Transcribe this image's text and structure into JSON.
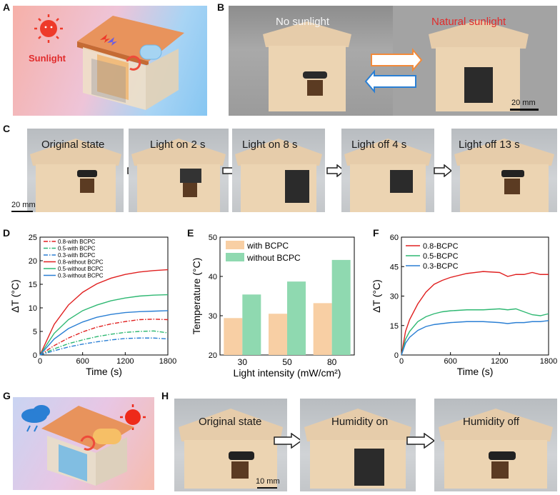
{
  "panels": {
    "A": {
      "label": "A",
      "sun_text": "Sunlight"
    },
    "B": {
      "label": "B",
      "left_caption": "No sunlight",
      "right_caption": "Natural sunlight",
      "scale": "20 mm"
    },
    "C": {
      "label": "C",
      "frames": [
        "Original state",
        "Light on 2 s",
        "Light on 8 s",
        "Light off 4 s",
        "Light off 13 s"
      ],
      "scale": "20 mm"
    },
    "D": {
      "label": "D"
    },
    "E": {
      "label": "E"
    },
    "F": {
      "label": "F"
    },
    "G": {
      "label": "G"
    },
    "H": {
      "label": "H",
      "frames": [
        "Original state",
        "Humidity on",
        "Humidity off"
      ],
      "scale": "10 mm"
    }
  },
  "colors": {
    "red": "#e02020",
    "green": "#2eb872",
    "blue": "#2a7fd4",
    "bar_with": "#f8cfa4",
    "bar_without": "#8fd9b0"
  },
  "chart_data": [
    {
      "panel": "D",
      "type": "line",
      "xlabel": "Time (s)",
      "ylabel": "ΔT (°C)",
      "xlim": [
        0,
        1800
      ],
      "ylim": [
        0,
        25
      ],
      "xticks": [
        "0",
        "600",
        "1200",
        "1800"
      ],
      "yticks": [
        "0",
        "5",
        "10",
        "15",
        "20",
        "25"
      ],
      "legend_position": "top-left",
      "series": [
        {
          "name": "0.8-with BCPC",
          "color": "#e02020",
          "dash": "dashdot",
          "x": [
            0,
            200,
            400,
            600,
            800,
            1000,
            1200,
            1400,
            1600,
            1800
          ],
          "y": [
            0,
            2.0,
            3.6,
            4.9,
            5.9,
            6.6,
            7.1,
            7.5,
            7.6,
            7.5
          ]
        },
        {
          "name": "0.5-with BCPC",
          "color": "#2eb872",
          "dash": "dashdot",
          "x": [
            0,
            200,
            400,
            600,
            800,
            1000,
            1200,
            1400,
            1600,
            1800
          ],
          "y": [
            0,
            1.3,
            2.4,
            3.2,
            3.9,
            4.4,
            4.8,
            5.0,
            5.1,
            4.7
          ]
        },
        {
          "name": "0.3-with BCPC",
          "color": "#2a7fd4",
          "dash": "dashdot",
          "x": [
            0,
            200,
            400,
            600,
            800,
            1000,
            1200,
            1400,
            1600,
            1800
          ],
          "y": [
            0,
            0.9,
            1.7,
            2.3,
            2.8,
            3.2,
            3.5,
            3.6,
            3.6,
            3.4
          ]
        },
        {
          "name": "0.8-without BCPC",
          "color": "#e02020",
          "dash": "solid",
          "x": [
            0,
            200,
            400,
            600,
            800,
            1000,
            1200,
            1400,
            1600,
            1800
          ],
          "y": [
            0,
            6.5,
            10.6,
            13.3,
            15.1,
            16.3,
            17.1,
            17.6,
            17.9,
            18.1
          ]
        },
        {
          "name": "0.5-without BCPC",
          "color": "#2eb872",
          "dash": "solid",
          "x": [
            0,
            200,
            400,
            600,
            800,
            1000,
            1200,
            1400,
            1600,
            1800
          ],
          "y": [
            0,
            4.6,
            7.5,
            9.4,
            10.6,
            11.5,
            12.1,
            12.5,
            12.7,
            12.8
          ]
        },
        {
          "name": "0.3-without BCPC",
          "color": "#2a7fd4",
          "dash": "solid",
          "x": [
            0,
            200,
            400,
            600,
            800,
            1000,
            1200,
            1400,
            1600,
            1800
          ],
          "y": [
            0,
            3.4,
            5.6,
            7.0,
            8.0,
            8.6,
            9.0,
            9.2,
            9.3,
            9.4
          ]
        }
      ]
    },
    {
      "panel": "E",
      "type": "bar",
      "xlabel": "Light intensity (mW/cm²)",
      "ylabel": "Temperature (°C)",
      "ylim": [
        20,
        50
      ],
      "yticks": [
        "20",
        "30",
        "40",
        "50"
      ],
      "categories": [
        "30",
        "50",
        "80"
      ],
      "legend_position": "top-left",
      "series": [
        {
          "name": "with BCPC",
          "color": "#f8cfa4",
          "values": [
            29.4,
            30.5,
            33.2
          ]
        },
        {
          "name": "without BCPC",
          "color": "#8fd9b0",
          "values": [
            35.4,
            38.7,
            44.2
          ]
        }
      ]
    },
    {
      "panel": "F",
      "type": "line",
      "xlabel": "Time (s)",
      "ylabel": "ΔT (°C)",
      "xlim": [
        0,
        1800
      ],
      "ylim": [
        0,
        60
      ],
      "xticks": [
        "0",
        "600",
        "1200",
        "1800"
      ],
      "yticks": [
        "0",
        "15",
        "30",
        "45",
        "60"
      ],
      "legend_position": "top-left",
      "series": [
        {
          "name": "0.8-BCPC",
          "color": "#e02020",
          "x": [
            0,
            50,
            100,
            200,
            300,
            400,
            500,
            600,
            800,
            1000,
            1200,
            1300,
            1400,
            1500,
            1600,
            1700,
            1800
          ],
          "y": [
            0,
            12,
            18,
            26,
            32,
            36,
            38,
            39.5,
            41.5,
            42.5,
            42,
            40,
            41,
            41,
            42,
            41,
            41
          ]
        },
        {
          "name": "0.5-BCPC",
          "color": "#2eb872",
          "x": [
            0,
            50,
            100,
            200,
            300,
            400,
            500,
            600,
            800,
            1000,
            1200,
            1300,
            1400,
            1500,
            1600,
            1700,
            1800
          ],
          "y": [
            0,
            8,
            12,
            17,
            19.5,
            21,
            22,
            22.5,
            23,
            23,
            23.5,
            23,
            23.5,
            22,
            20.5,
            20,
            21
          ]
        },
        {
          "name": "0.3-BCPC",
          "color": "#2a7fd4",
          "x": [
            0,
            50,
            100,
            200,
            300,
            400,
            500,
            600,
            800,
            1000,
            1200,
            1300,
            1400,
            1500,
            1600,
            1700,
            1800
          ],
          "y": [
            0,
            6,
            9,
            12.5,
            14.5,
            15.5,
            16,
            16.5,
            17,
            17,
            16.5,
            16,
            16.5,
            16.5,
            17,
            17,
            17.5
          ]
        }
      ]
    }
  ]
}
